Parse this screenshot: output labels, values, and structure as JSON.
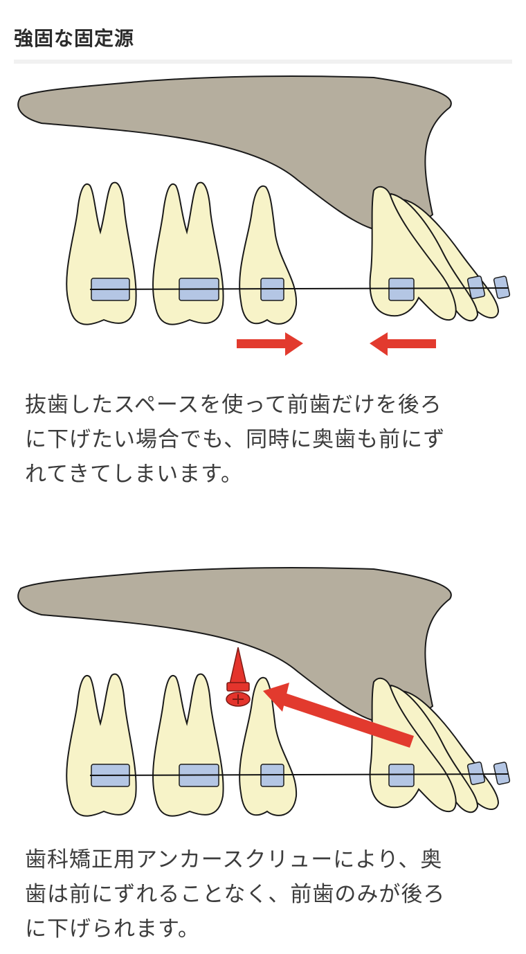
{
  "section": {
    "title": "強固な固定源"
  },
  "captions": {
    "before": {
      "lines": [
        "抜歯したスペースを使って前歯だけを後ろ",
        "に下げたい場合でも、同時に奥歯も前にず",
        "れてきてしまいます。"
      ]
    },
    "after": {
      "lines": [
        "歯科矯正用アンカースクリューにより、奥",
        "歯は前にずれることなく、前歯のみが後ろ",
        "に下げられます。"
      ]
    }
  },
  "colors": {
    "bone": "#b5ae9e",
    "tooth": "#f7f3c8",
    "bracket": "#b4c6e4",
    "arrow": "#e23a2e",
    "screw": "#e4342c",
    "outline": "#1a1a1a"
  },
  "icons": {
    "arrow_right": "arrow-right-icon",
    "arrow_left": "arrow-left-icon",
    "screw": "anchor-screw-icon"
  }
}
